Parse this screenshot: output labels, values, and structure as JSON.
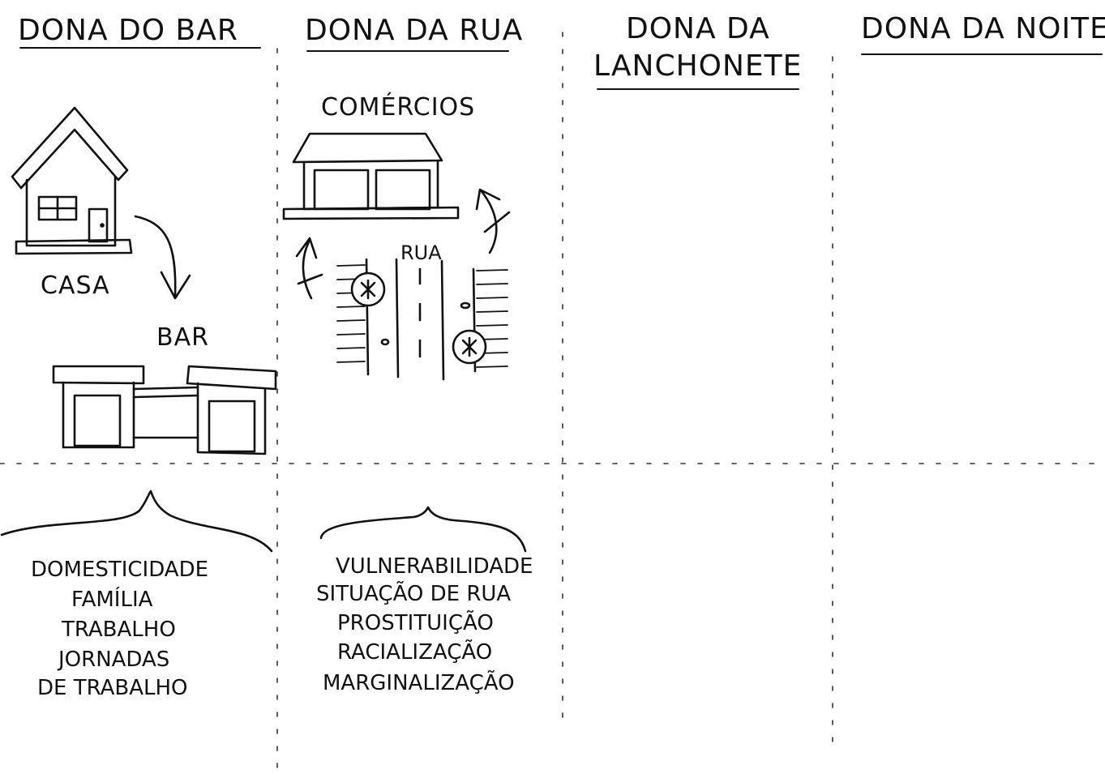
{
  "columns": [
    {
      "title": "DONA DO BAR",
      "scene_labels": [
        "CASA",
        "BAR"
      ],
      "keywords": [
        "DOMESTICIDADE",
        "FAMÍLIA",
        "TRABALHO",
        "JORNADAS",
        "DE TRABALHO"
      ]
    },
    {
      "title": "DONA DA RUA",
      "scene_labels": [
        "COMÉRCIOS",
        "RUA"
      ],
      "keywords": [
        "VULNERABILIDADE",
        "SITUAÇÃO DE RUA",
        "PROSTITUIÇÃO",
        "RACIALIZAÇÃO",
        "MARGINALIZAÇÃO"
      ]
    },
    {
      "title_lines": [
        "DONA DA",
        "LANCHONETE"
      ]
    },
    {
      "title": "DONA DA NOITE"
    }
  ]
}
